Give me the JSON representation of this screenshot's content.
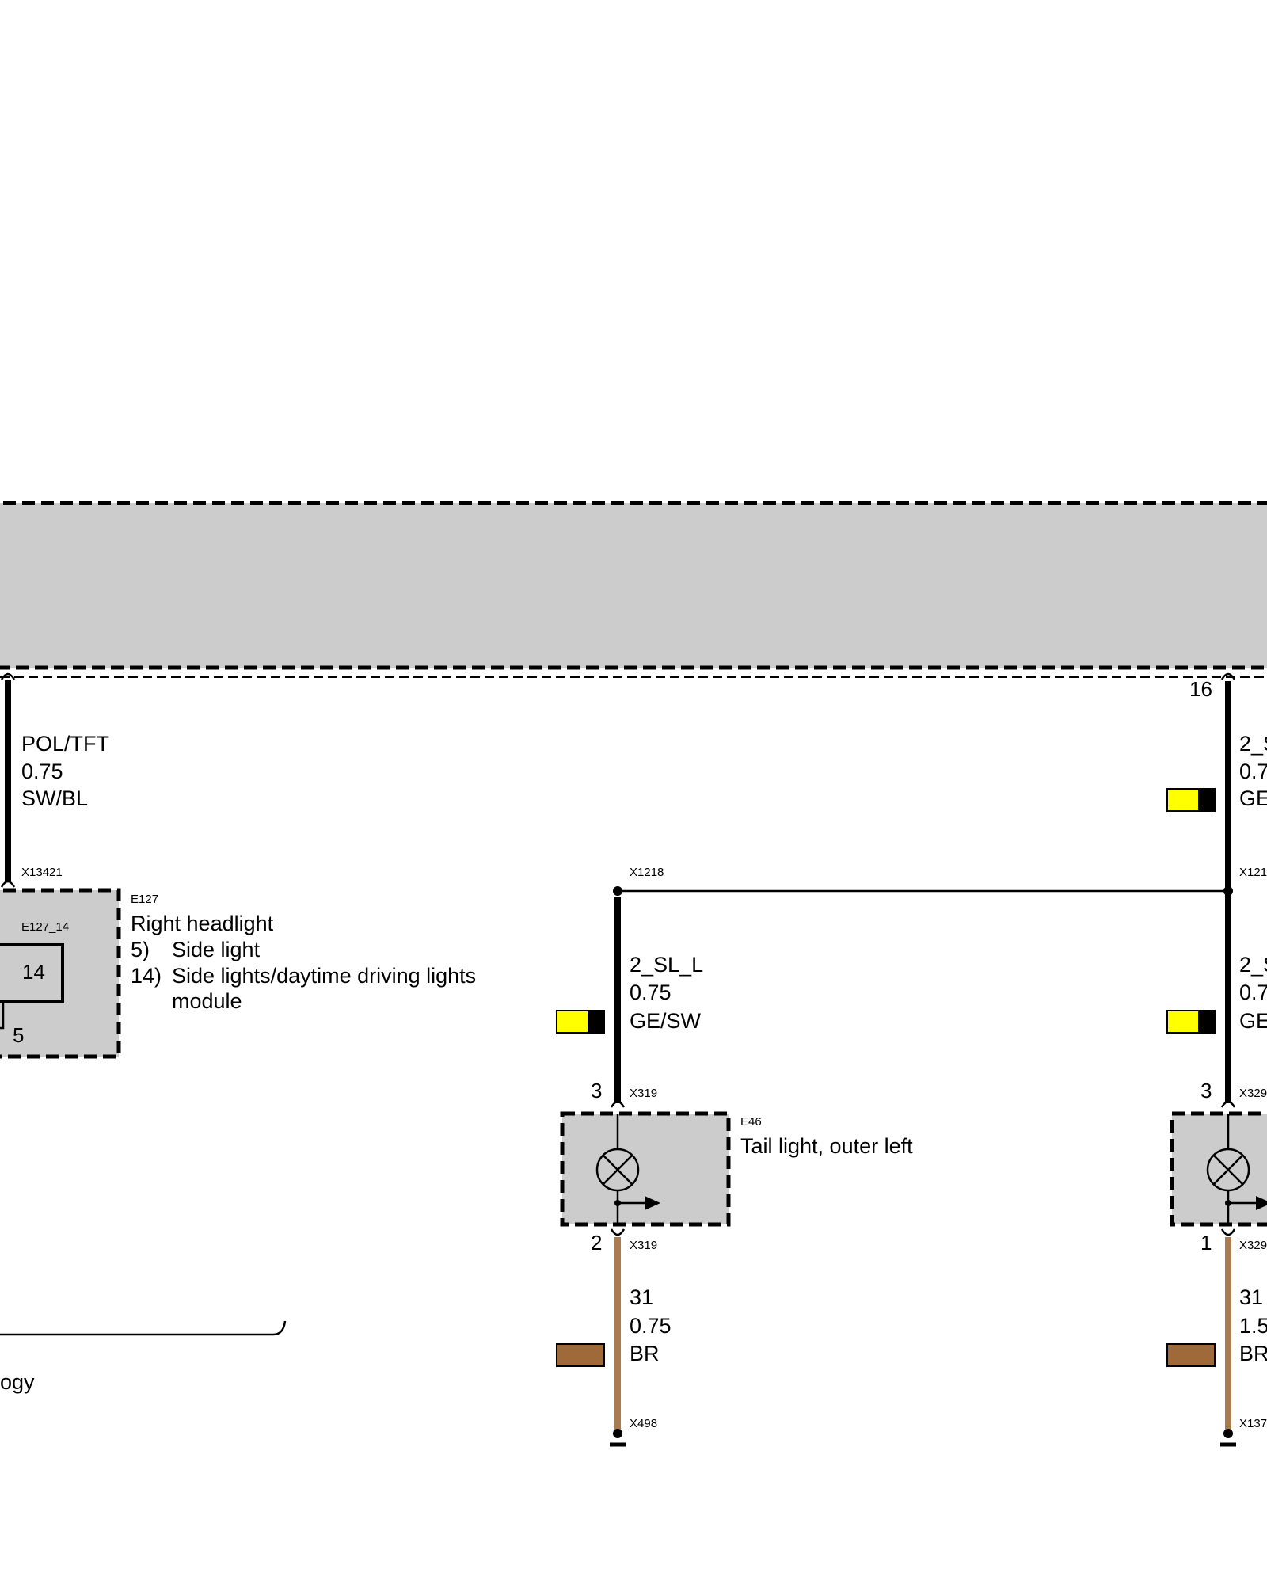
{
  "module_box": {
    "label": ""
  },
  "wires": {
    "pol_tft": {
      "name": "POL/TFT",
      "gauge": "0.75",
      "color": "SW/BL"
    },
    "sl_left": {
      "name": "2_SL_L",
      "gauge": "0.75",
      "color": "GE/SW"
    },
    "top_right": {
      "name": "2_S",
      "gauge": "0.7",
      "color": "GE"
    },
    "mid_right": {
      "name": "2_S",
      "gauge": "0.7",
      "color": "GE"
    },
    "gnd_left": {
      "name": "31",
      "gauge": "0.75",
      "color": "BR"
    },
    "gnd_right": {
      "name": "31",
      "gauge": "1.5",
      "color": "BR"
    }
  },
  "connectors": {
    "x13421": "X13421",
    "x1218": "X1218",
    "x121_right": "X121",
    "x319_top": "X319",
    "x319_bottom": "X319",
    "x329_top": "X329",
    "x329_bottom": "X329",
    "x498": "X498",
    "x137": "X137",
    "e127_14": "E127_14"
  },
  "pins": {
    "p16": "16",
    "p14": "14",
    "p5": "5",
    "p3_left": "3",
    "p2_left": "2",
    "p3_right": "3",
    "p1_right": "1"
  },
  "components": {
    "e127": {
      "id": "E127",
      "title": "Right headlight",
      "items": [
        {
          "num": "5)",
          "text": "Side light"
        },
        {
          "num": "14)",
          "text": "Side lights/daytime driving lights"
        }
      ],
      "item_continuation": "module"
    },
    "e46": {
      "id": "E46",
      "title": "Tail light, outer left"
    }
  },
  "footnote_fragment": "ogy",
  "colors": {
    "black_wire": "#000000",
    "brown_wire": "#a87c50",
    "yellow": "#ffff00",
    "brown_chip": "#a0693a",
    "box_fill": "#cccccc"
  }
}
